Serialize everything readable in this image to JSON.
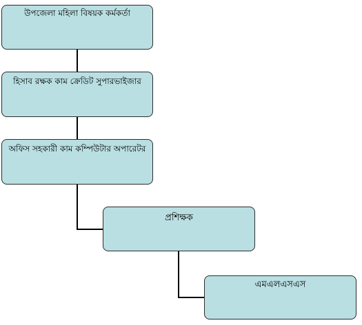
{
  "diagram": {
    "fill_color": "#b9dfe2",
    "border_color": "#2b2b2b",
    "connector_color": "#000000",
    "nodes": [
      {
        "label": "উপজেলা মহিলা বিষয়ক কর্মকর্তা"
      },
      {
        "label": "হিসাব রক্ষক কাম ক্রেডিট সুপারভাইজার"
      },
      {
        "label": "অফিস সহকারী কাম কম্পিউটার অপারেটর"
      },
      {
        "label": "প্রশিক্ষক"
      },
      {
        "label": "এমএলএসএস"
      }
    ]
  }
}
